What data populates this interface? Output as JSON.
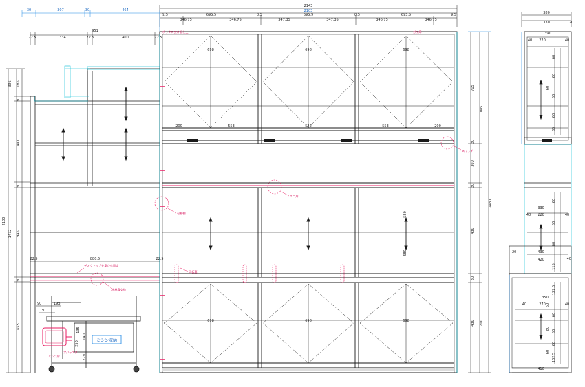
{
  "colors": {
    "line": "#1a1a1a",
    "accent_blue": "#1e88e5",
    "accent_pink": "#e91e63",
    "text_blue": "#1565c0"
  },
  "top_dims": {
    "overall_width": "2143",
    "overall_sub": "2103",
    "left_row": [
      "30",
      "307",
      "30",
      "464"
    ],
    "upper_row": [
      "9.5",
      "695.5",
      "346.75",
      "346.75",
      "0.5",
      "695.9",
      "347.35",
      "347.35",
      "0.5",
      "695.5",
      "346.75",
      "346.75",
      "9.5"
    ],
    "left_cabinet_width": "951",
    "left_cabinet_parts": [
      "22.5",
      "334",
      "22.5",
      "400",
      "22.5"
    ],
    "mid_left": "880.5",
    "mid_left_edges": [
      "22.5",
      "22.5"
    ]
  },
  "main_labels": {
    "upper_inner": [
      "200",
      "553",
      "522",
      "553",
      "200"
    ],
    "upper_sections": [
      "698",
      "698",
      "698"
    ],
    "lower_sections": [
      "698",
      "698",
      "698"
    ],
    "side_mid": [
      "580",
      "580"
    ]
  },
  "left_vertical": [
    "395",
    "185",
    "30",
    "497",
    "30",
    "945",
    "30",
    "655"
  ],
  "left_total": [
    "2130",
    "1472"
  ],
  "right_vertical": [
    "715",
    "1085",
    "30",
    "300",
    "30",
    "430",
    "30",
    "430",
    "700",
    "2430"
  ],
  "notes": [
    "ボックス突き板仕上",
    "ガラ扉",
    "エコ扉",
    "天板裏",
    "デスクトップを奥から固定",
    "木材扉交換",
    "アジャスタ",
    "スイッチ",
    "ミシン扉",
    "可動棚"
  ],
  "left_table_dims": [
    "90",
    "193",
    "30",
    "135",
    "140",
    "229",
    "250"
  ],
  "sewing_label": "ミシン収納",
  "side_view": {
    "top_width": "380",
    "top_parts": [
      "330",
      "20"
    ],
    "section_dims": [
      "390",
      "40",
      "220",
      "40"
    ],
    "shelf_dims": [
      "60",
      "60",
      "60",
      "60",
      "60",
      "80",
      "60",
      "60",
      "60"
    ],
    "mid_dims": [
      "330",
      "40",
      "220",
      "40",
      "430",
      "420"
    ],
    "lower_dims": [
      "350",
      "40",
      "270",
      "40"
    ],
    "bottom_width": "410",
    "small": [
      "122.5",
      "102.5",
      "115",
      "20",
      "40",
      "80",
      "60",
      "60",
      "60",
      "60",
      "60"
    ]
  }
}
